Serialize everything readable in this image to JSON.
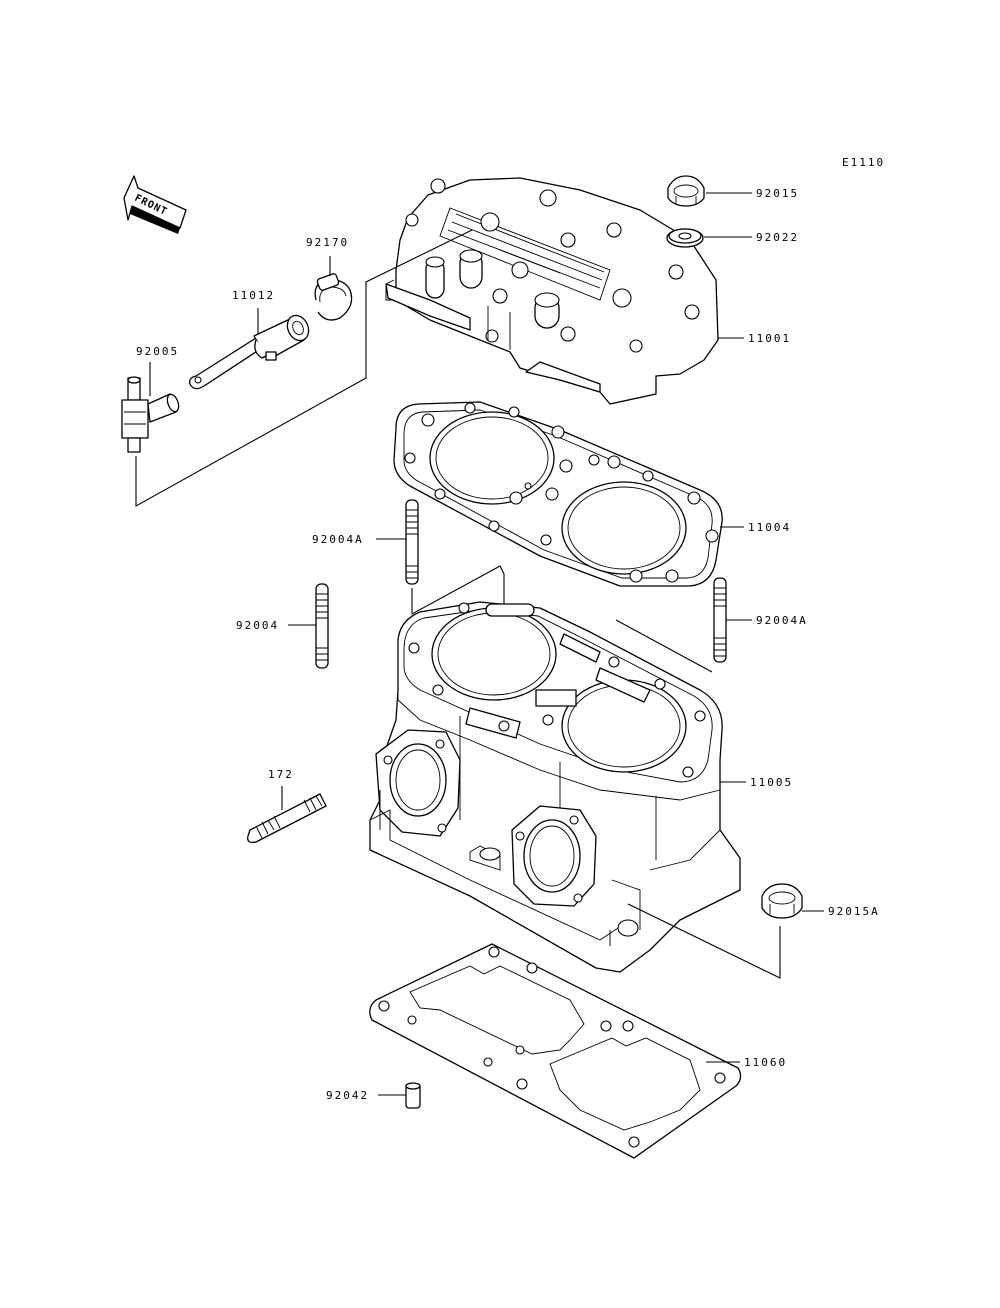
{
  "diagram_code": "E1110",
  "front_arrow_text": "FRONT",
  "labels": {
    "p92015": "92015",
    "p92022": "92022",
    "p92170": "92170",
    "p11012": "11012",
    "p92005": "92005",
    "p11001": "11001",
    "p11004": "11004",
    "p92004A_left": "92004A",
    "p92004": "92004",
    "p92004A_right": "92004A",
    "p11005": "11005",
    "p172": "172",
    "p92015A": "92015A",
    "p11060": "11060",
    "p92042": "92042"
  }
}
